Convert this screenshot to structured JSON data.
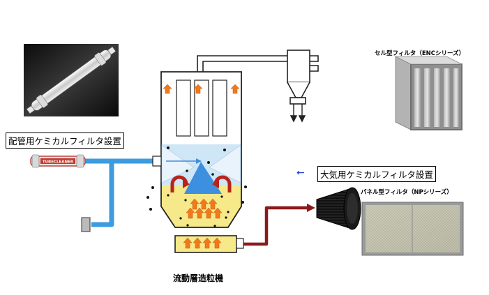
{
  "labels": {
    "pipe_filter_install": "配管用ケミカルフィルタ設置",
    "air_filter_install": "大気用ケミカルフィルタ設置",
    "cell_filter": "セル型フィルタ（ENCシリーズ）",
    "panel_filter": "パネル型フィルタ（NPシリーズ）",
    "granulator": "流動層造粒機",
    "tube_cleaner_text": "TUBECLEANER",
    "arrow_glyph": "←"
  },
  "colors": {
    "duct_air": "#3d9be0",
    "duct_exhaust": "#8b1a1a",
    "duct_top": "#222222",
    "flame": "#f07a1a",
    "powder_bed": "#f6e98a",
    "spray_zone": "#cfe6f6",
    "blue_cone": "#3d8fe0",
    "magnet_red": "#b8231c"
  }
}
